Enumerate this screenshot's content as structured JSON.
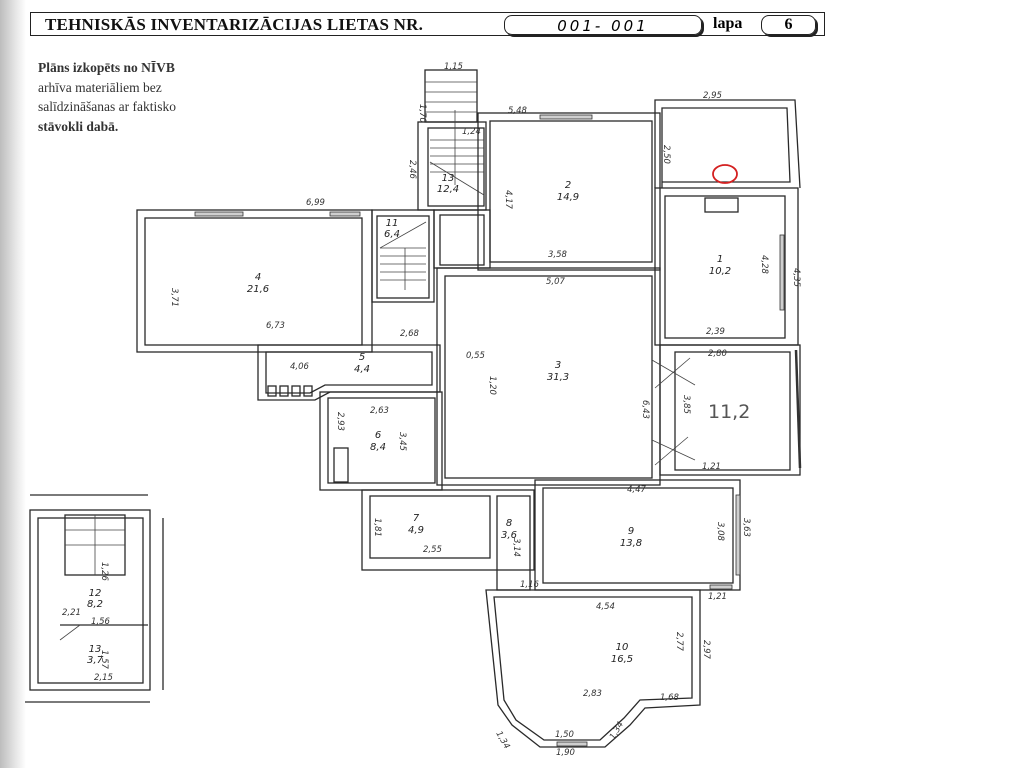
{
  "header": {
    "title": "TEHNISKĀS INVENTARIZĀCIJAS LIETAS NR.",
    "case_number": "001- 001",
    "page_label": "lapa",
    "page_number": "6"
  },
  "note": {
    "lines": [
      "Plāns izkopēts no NĪVB",
      "arhīva materiāliem bez",
      "salīdzināšanas ar faktisko",
      "stāvokli dabā."
    ]
  },
  "rooms": [
    {
      "number": "1",
      "area": "10,2"
    },
    {
      "number": "2",
      "area": "14,9"
    },
    {
      "number": "3",
      "area": "31,3"
    },
    {
      "number": "4",
      "area": "21,6"
    },
    {
      "number": "5",
      "area": "4,4"
    },
    {
      "number": "6",
      "area": "8,4"
    },
    {
      "number": "7",
      "area": "4,9"
    },
    {
      "number": "8",
      "area": "3,6"
    },
    {
      "number": "9",
      "area": "13,8"
    },
    {
      "number": "10",
      "area": "16,5"
    },
    {
      "number": "11",
      "area": "6,4"
    },
    {
      "number": "12",
      "area": "8,2"
    },
    {
      "number": "13",
      "area": "3,7"
    },
    {
      "number": "13",
      "area": "12,4"
    }
  ],
  "handwritten_area": "11,2",
  "dimensions": [
    "1,15",
    "1,70",
    "5,48",
    "2,95",
    "2,50",
    "1,24",
    "2,46",
    "6,99",
    "3,71",
    "6,73",
    "4,17",
    "3,58",
    "5,07",
    "4,28",
    "4,35",
    "2,39",
    "2,80",
    "3,85",
    "6,43",
    "1,21",
    "2,68",
    "4,06",
    "2,63",
    "2,93",
    "3,45",
    "0,55",
    "1,20",
    "4,47",
    "3,08",
    "3,63",
    "2,55",
    "1,81",
    "3,14",
    "1,16",
    "4,54",
    "1,21",
    "2,77",
    "2,97",
    "2,83",
    "1,68",
    "1,50",
    "1,90",
    "1,34",
    "1,34",
    "2,21",
    "1,56",
    "2,15",
    "1,57",
    "1,26"
  ],
  "colors": {
    "marker": "#d42020",
    "ink": "#2a2a2a"
  }
}
